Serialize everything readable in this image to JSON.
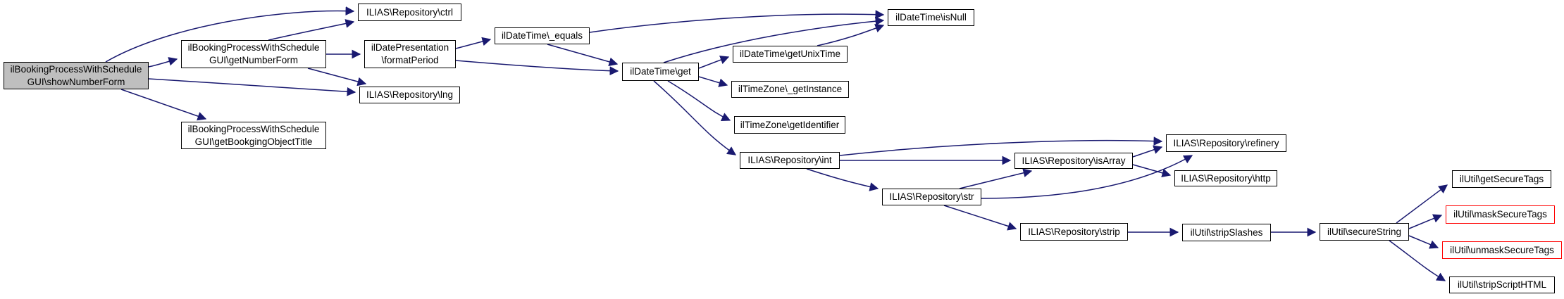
{
  "diagram": {
    "kind": "call-graph",
    "arrow_color": "#191970",
    "node_border_color": "#000000",
    "start_node_fill": "#bfbfbf",
    "alert_border_color": "#ff0000",
    "nodes": {
      "showNumberForm": {
        "label": "ilBookingProcessWithSchedule\nGUI\\showNumberForm"
      },
      "getNumberForm": {
        "label": "ilBookingProcessWithSchedule\nGUI\\getNumberForm"
      },
      "getBookgingObjectTitle": {
        "label": "ilBookingProcessWithSchedule\nGUI\\getBookgingObjectTitle"
      },
      "ctrl": {
        "label": "ILIAS\\Repository\\ctrl"
      },
      "formatPeriod": {
        "label": "ilDatePresentation\n\\formatPeriod"
      },
      "lng": {
        "label": "ILIAS\\Repository\\lng"
      },
      "equals": {
        "label": "ilDateTime\\_equals"
      },
      "get": {
        "label": "ilDateTime\\get"
      },
      "isNull": {
        "label": "ilDateTime\\isNull"
      },
      "getUnixTime": {
        "label": "ilDateTime\\getUnixTime"
      },
      "getInstance": {
        "label": "ilTimeZone\\_getInstance"
      },
      "getIdentifier": {
        "label": "ilTimeZone\\getIdentifier"
      },
      "int": {
        "label": "ILIAS\\Repository\\int"
      },
      "str": {
        "label": "ILIAS\\Repository\\str"
      },
      "isArray": {
        "label": "ILIAS\\Repository\\isArray"
      },
      "refinery": {
        "label": "ILIAS\\Repository\\refinery"
      },
      "http": {
        "label": "ILIAS\\Repository\\http"
      },
      "strip": {
        "label": "ILIAS\\Repository\\strip"
      },
      "stripSlashes": {
        "label": "ilUtil\\stripSlashes"
      },
      "secureString": {
        "label": "ilUtil\\secureString"
      },
      "getSecureTags": {
        "label": "ilUtil\\getSecureTags"
      },
      "maskSecureTags": {
        "label": "ilUtil\\maskSecureTags"
      },
      "unmaskSecureTags": {
        "label": "ilUtil\\unmaskSecureTags"
      },
      "stripScriptHTML": {
        "label": "ilUtil\\stripScriptHTML"
      }
    }
  }
}
